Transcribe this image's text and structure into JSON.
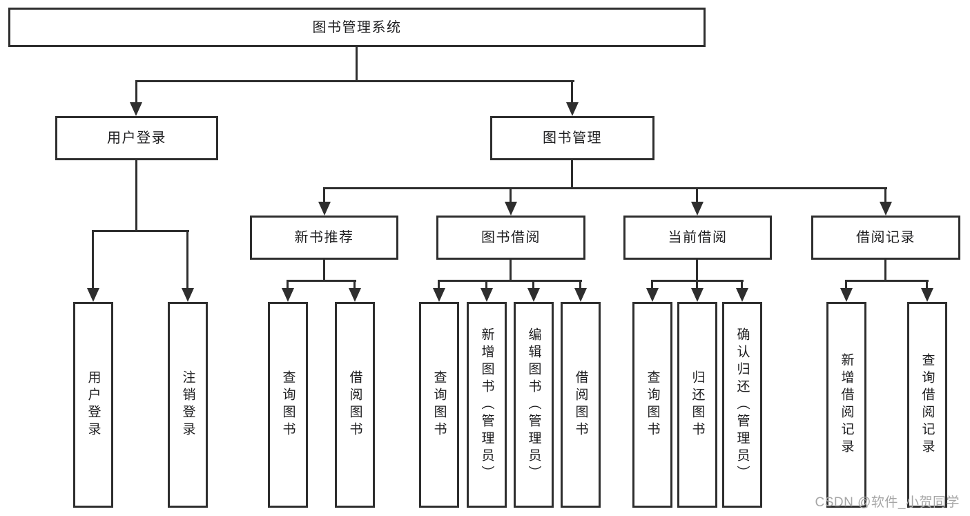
{
  "title": "图书管理系统",
  "watermark": "CSDN @软件_小贺同学",
  "colors": {
    "line": "#2e2e2e",
    "text": "#1d1d1f",
    "box_background": "#ffffff",
    "page_background": "#ffffff",
    "watermark": "#a6a6a6"
  },
  "tree": {
    "root": {
      "label": "图书管理系统"
    },
    "branches": [
      {
        "label": "用户登录",
        "children": [
          {
            "label": "用户登录"
          },
          {
            "label": "注销登录"
          }
        ]
      },
      {
        "label": "图书管理",
        "children": [
          {
            "label": "新书推荐",
            "children": [
              {
                "label": "查询图书"
              },
              {
                "label": "借阅图书"
              }
            ]
          },
          {
            "label": "图书借阅",
            "children": [
              {
                "label": "查询图书"
              },
              {
                "label": "新增图书（管理员）"
              },
              {
                "label": "编辑图书（管理员）"
              },
              {
                "label": "借阅图书"
              }
            ]
          },
          {
            "label": "当前借阅",
            "children": [
              {
                "label": "查询图书"
              },
              {
                "label": "归还图书"
              },
              {
                "label": "确认归还（管理员）"
              }
            ]
          },
          {
            "label": "借阅记录",
            "children": [
              {
                "label": "新增借阅记录"
              },
              {
                "label": "查询借阅记录"
              }
            ]
          }
        ]
      }
    ]
  }
}
